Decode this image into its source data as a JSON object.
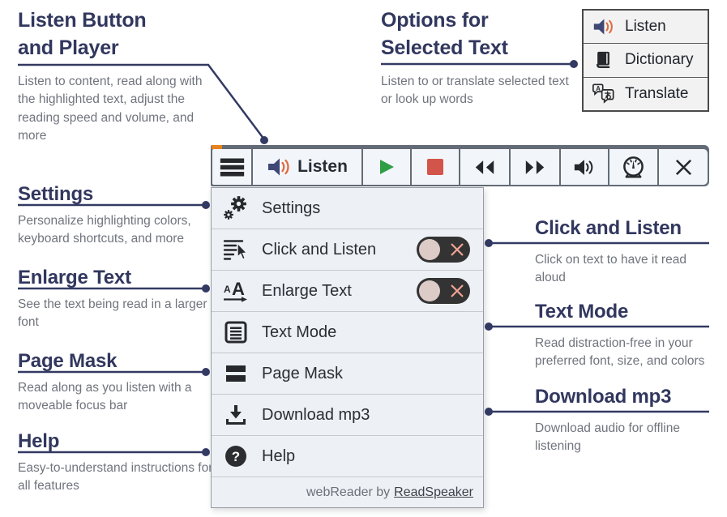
{
  "colors": {
    "navy": "#333a63",
    "heading": "#31375e",
    "body_text": "#70747d",
    "orange_accent": "#e8821c",
    "play_green": "#2f9e44",
    "stop_red": "#d3544b",
    "toolbar_chrome": "#636b76",
    "toolbar_button_bg": "#f2f6fa",
    "menu_bg": "#edf1f6",
    "toggle_bg": "#333333",
    "toggle_knob": "#ddcbc8",
    "toggle_x": "#f0a494",
    "icon_dark": "#26282b"
  },
  "callouts": {
    "listen_player": {
      "title_line1": "Listen Button",
      "title_line2": "and Player",
      "description": "Listen to content, read along with the highlighted text, adjust the reading speed and volume, and more"
    },
    "selected_text": {
      "title_line1": "Options for",
      "title_line2": "Selected Text",
      "description": "Listen to or translate selected text or look up words"
    },
    "settings": {
      "title": "Settings",
      "description": "Personalize highlighting colors, keyboard shortcuts, and more"
    },
    "enlarge_text": {
      "title": "Enlarge Text",
      "description": "See the text being read in a larger font"
    },
    "page_mask": {
      "title": "Page Mask",
      "description": "Read along as you listen with a moveable focus bar"
    },
    "help": {
      "title": "Help",
      "description": "Easy-to-understand instructions for all features"
    },
    "click_listen": {
      "title": "Click and Listen",
      "description": "Click on text to have it read aloud"
    },
    "text_mode": {
      "title": "Text Mode",
      "description": "Read distraction-free in your preferred font, size, and colors"
    },
    "download_mp3": {
      "title": "Download mp3",
      "description": "Download audio for offline listening"
    }
  },
  "selection_popup": {
    "items": [
      {
        "label": "Listen",
        "icon": "speaker-icon"
      },
      {
        "label": "Dictionary",
        "icon": "dictionary-book-icon"
      },
      {
        "label": "Translate",
        "icon": "translate-icon"
      }
    ]
  },
  "player": {
    "listen_label": "Listen",
    "buttons": [
      "menu",
      "listen",
      "play",
      "stop",
      "rewind",
      "fast-forward",
      "volume",
      "reading-speed",
      "close"
    ]
  },
  "menu": {
    "items": [
      {
        "label": "Settings",
        "icon": "gears-icon",
        "has_toggle": false
      },
      {
        "label": "Click and Listen",
        "icon": "click-and-listen-icon",
        "has_toggle": true,
        "toggle_state": "off"
      },
      {
        "label": "Enlarge Text",
        "icon": "enlarge-text-icon",
        "has_toggle": true,
        "toggle_state": "off"
      },
      {
        "label": "Text Mode",
        "icon": "text-mode-icon",
        "has_toggle": false
      },
      {
        "label": "Page Mask",
        "icon": "page-mask-icon",
        "has_toggle": false
      },
      {
        "label": "Download mp3",
        "icon": "download-icon",
        "has_toggle": false
      },
      {
        "label": "Help",
        "icon": "help-icon",
        "has_toggle": false
      }
    ],
    "footer_text": "webReader by",
    "footer_link": "ReadSpeaker"
  },
  "icon_glyphs": {
    "help_qmark": "?",
    "enlarge_small_a": "A",
    "enlarge_large_a": "A",
    "translate_a": "A"
  }
}
